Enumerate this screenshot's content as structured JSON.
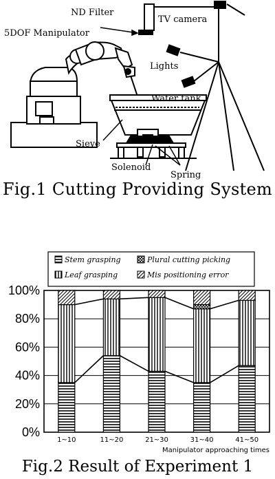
{
  "fig1": {
    "labels": {
      "nd_filter": "ND Filter",
      "tv_camera": "TV camera",
      "manipulator": "5DOF Manipulator",
      "lights": "Lights",
      "water_tank": "Water tank",
      "sieve": "Sieve",
      "solenoid": "Solenoid",
      "spring": "Spring"
    },
    "caption": "Fig.1 Cutting Providing System"
  },
  "fig2": {
    "caption": "Fig.2 Result of Experiment 1"
  },
  "chart_data": {
    "type": "bar",
    "stacked": true,
    "categories": [
      "1~10",
      "11~20",
      "21~30",
      "31~40",
      "41~50"
    ],
    "series": [
      {
        "name": "Stem grasping",
        "values": [
          35,
          54,
          43,
          35,
          47
        ]
      },
      {
        "name": "Leaf grasping",
        "values": [
          55,
          40,
          52,
          52,
          46
        ]
      },
      {
        "name": "Plural cutting picking",
        "values": [
          0,
          0,
          0,
          3,
          0
        ]
      },
      {
        "name": "Mis positioning error",
        "values": [
          10,
          6,
          5,
          10,
          7
        ]
      }
    ],
    "xlabel": "Manipulator approaching times",
    "ylabel": "",
    "ylim": [
      0,
      100
    ],
    "yticks": [
      "0%",
      "20%",
      "40%",
      "60%",
      "80%",
      "100%"
    ],
    "grid": true,
    "legend": "top",
    "patterns": [
      "horizontal-lines",
      "vertical-lines",
      "diagonal-cross",
      "diagonal-lines"
    ]
  }
}
